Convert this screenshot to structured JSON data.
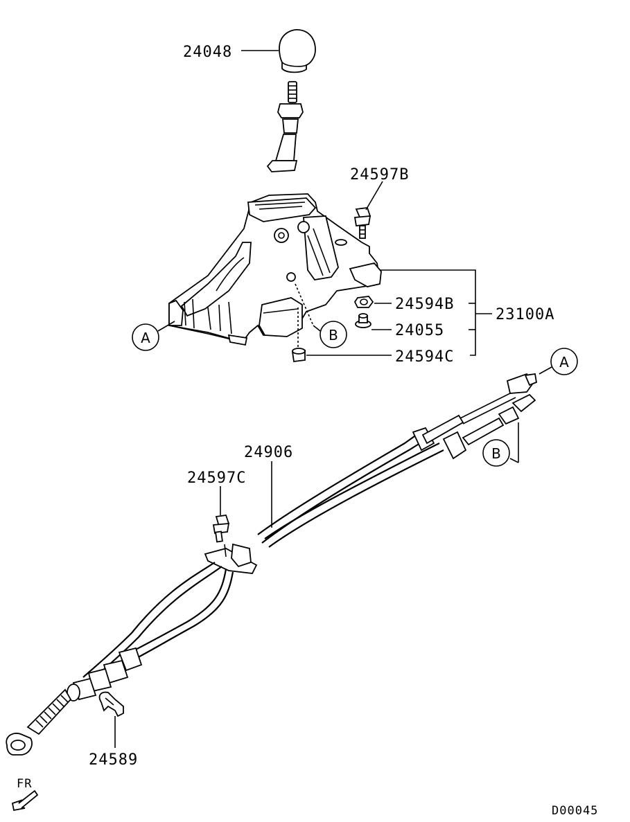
{
  "parts": {
    "knob": "24048",
    "bolt_top": "24597B",
    "nut_b": "24594B",
    "bushing_055": "24055",
    "bushing_c": "24594C",
    "lever_assy": "23100A",
    "cable": "24906",
    "bolt_c": "24597C",
    "clip": "24589"
  },
  "refs": {
    "a": "A",
    "b": "B"
  },
  "direction": "FR",
  "diagram_code": "D00045"
}
